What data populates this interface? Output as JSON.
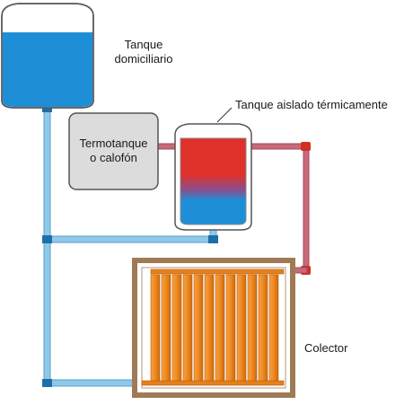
{
  "labels": {
    "tank_home_1": "Tanque",
    "tank_home_2": "domiciliario",
    "tank_insulated": "Tanque aislado térmicamente",
    "heater_1": "Termotanque",
    "heater_2": "o calofón",
    "collector": "Colector"
  },
  "colors": {
    "water_blue": "#1e8fd6",
    "hot_red": "#e0302a",
    "cold_pipe": "#8ec9ea",
    "hot_pipe": "#c9687a",
    "collector_frame": "#a07a55",
    "collector_tubes": "#f08a1e"
  }
}
